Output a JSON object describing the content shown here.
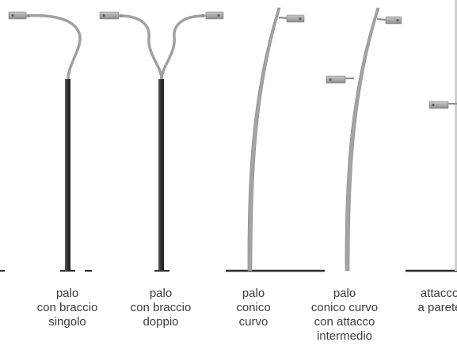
{
  "options": [
    {
      "lines": [
        "palo",
        "con braccio",
        "singolo"
      ]
    },
    {
      "lines": [
        "palo",
        "con braccio",
        "doppio"
      ]
    },
    {
      "lines": [
        "palo",
        "conico",
        "curvo"
      ]
    },
    {
      "lines": [
        "palo",
        "conico curvo",
        "con attacco",
        "intermedio"
      ]
    },
    {
      "lines": [
        "attacco",
        "a parete"
      ]
    }
  ],
  "colors": {
    "pole_dark": "#3a3a3a",
    "pole_light": "#9a9a9a",
    "fixture": "#a9a9a9",
    "ground": "#2a2a2a",
    "caption": "#3c3c3c"
  }
}
